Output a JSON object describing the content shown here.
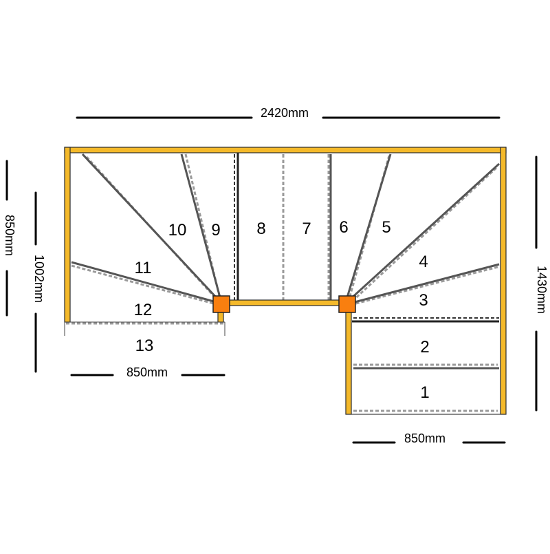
{
  "dimensions": {
    "total_width": "2420mm",
    "left_outer_height": "850mm",
    "left_inner_height": "1002mm",
    "right_height": "1430mm",
    "left_bottom_width": "850mm",
    "right_bottom_width": "850mm"
  },
  "steps": [
    "1",
    "2",
    "3",
    "4",
    "5",
    "6",
    "7",
    "8",
    "9",
    "10",
    "11",
    "12",
    "13"
  ],
  "colors": {
    "frame": "#f4b92a",
    "newel": "#f97f0f",
    "tread_line": "#555555",
    "dashed_line": "#9a9a9a"
  }
}
